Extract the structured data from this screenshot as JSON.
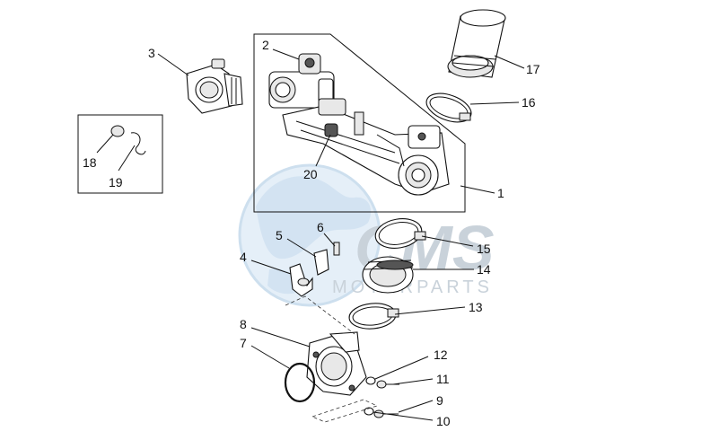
{
  "watermark": {
    "brand": "CMS",
    "sub": "MOTORPARTS",
    "color": "#c9d2da",
    "globe_color": "#dbe9f5"
  },
  "callouts": [
    {
      "id": "1",
      "label": "1"
    },
    {
      "id": "2",
      "label": "2"
    },
    {
      "id": "3",
      "label": "3"
    },
    {
      "id": "4",
      "label": "4"
    },
    {
      "id": "5",
      "label": "5"
    },
    {
      "id": "6",
      "label": "6"
    },
    {
      "id": "7",
      "label": "7"
    },
    {
      "id": "8",
      "label": "8"
    },
    {
      "id": "9",
      "label": "9"
    },
    {
      "id": "10",
      "label": "10"
    },
    {
      "id": "11",
      "label": "11"
    },
    {
      "id": "12",
      "label": "12"
    },
    {
      "id": "13",
      "label": "13"
    },
    {
      "id": "14",
      "label": "14"
    },
    {
      "id": "15",
      "label": "15"
    },
    {
      "id": "16",
      "label": "16"
    },
    {
      "id": "17",
      "label": "17"
    },
    {
      "id": "18",
      "label": "18"
    },
    {
      "id": "19",
      "label": "19"
    },
    {
      "id": "20",
      "label": "20"
    }
  ]
}
